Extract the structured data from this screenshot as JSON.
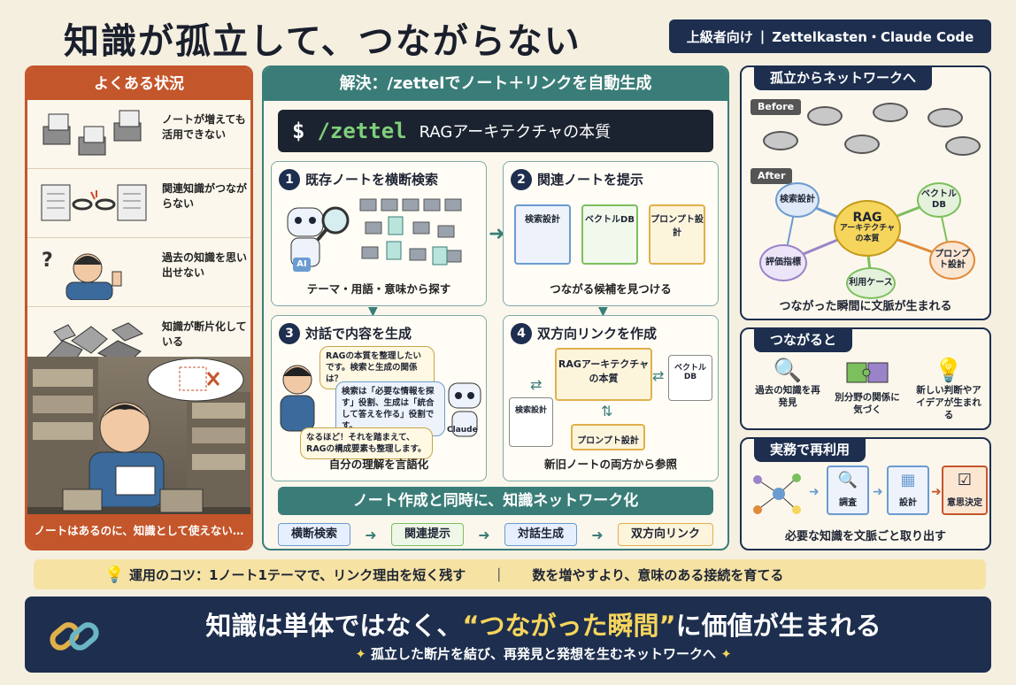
{
  "header": {
    "title": "知識が孤立して、つながらない",
    "tag_level": "上級者向け",
    "tag_tools": "Zettelkasten・Claude Code"
  },
  "left": {
    "title": "よくある状況",
    "items": [
      {
        "label": "ノートが増えても活用できない"
      },
      {
        "label": "関連知識がつながらない"
      },
      {
        "label": "過去の知識を思い出せない"
      },
      {
        "label": "知識が断片化している"
      }
    ],
    "footer": "ノートはあるのに、知識として使えない…"
  },
  "center": {
    "title": "解決：/zettelでノート＋リンクを自動生成",
    "terminal": {
      "prompt": "$",
      "command": "/zettel",
      "topic": "RAGアーキテクチャの本質"
    },
    "steps": [
      {
        "num": "1",
        "title": "既存ノートを横断検索",
        "caption": "テーマ・用語・意味から探す",
        "badge": "AI"
      },
      {
        "num": "2",
        "title": "関連ノートを提示",
        "caption": "つながる候補を見つける",
        "cards": [
          "検索設計",
          "ベクトルDB",
          "プロンプト設計"
        ]
      },
      {
        "num": "3",
        "title": "対話で内容を生成",
        "caption": "自分の理解を言語化",
        "bubbles": [
          "RAGの本質を整理したいです。検索と生成の関係は？",
          "検索は「必要な情報を探す」役割、生成は「統合して答えを作る」役割です。",
          "なるほど！それを踏まえて、RAGの構成要素も整理します。"
        ],
        "bot_label": "Claude"
      },
      {
        "num": "4",
        "title": "双方向リンクを作成",
        "caption": "新旧ノートの両方から参照",
        "center_card": "RAGアーキテクチャの本質",
        "cards": [
          "ベクトルDB",
          "検索設計",
          "プロンプト設計"
        ]
      }
    ],
    "banner": "ノート作成と同時に、知識ネットワーク化",
    "flow": [
      "横断検索",
      "関連提示",
      "対話生成",
      "双方向リンク"
    ]
  },
  "right": {
    "network": {
      "title": "孤立からネットワークへ",
      "before_label": "Before",
      "after_label": "After",
      "center_node": [
        "RAG",
        "アーキテクチャ",
        "の本質"
      ],
      "nodes": [
        "検索設計",
        "ベクトルDB",
        "評価指標",
        "利用ケース",
        "プロンプト設計"
      ],
      "caption": "つながった瞬間に文脈が生まれる",
      "colors": {
        "blue": "#6b9bd1",
        "green": "#7cbf5e",
        "purple": "#9b83c9",
        "orange": "#e08a3a",
        "yellow": "#f6d55c"
      }
    },
    "connect": {
      "title": "つながると",
      "items": [
        "過去の知識を再発見",
        "別分野の関係に気づく",
        "新しい判断やアイデアが生まれる"
      ]
    },
    "reuse": {
      "title": "実務で再利用",
      "steps": [
        "調査",
        "設計",
        "意思決定"
      ],
      "caption": "必要な知識を文脈ごと取り出す"
    }
  },
  "tip": {
    "prefix": "運用のコツ：",
    "text1": "1ノート1テーマで、リンク理由を短く残す",
    "divider": "｜",
    "text2": "数を増やすより、意味のある接続を育てる"
  },
  "bottom": {
    "headline_pre": "知識は単体ではなく、",
    "headline_quote": "“つながった瞬間”",
    "headline_post": "に価値が生まれる",
    "sub": "孤立した断片を結び、再発見と発想を生むネットワークへ"
  }
}
